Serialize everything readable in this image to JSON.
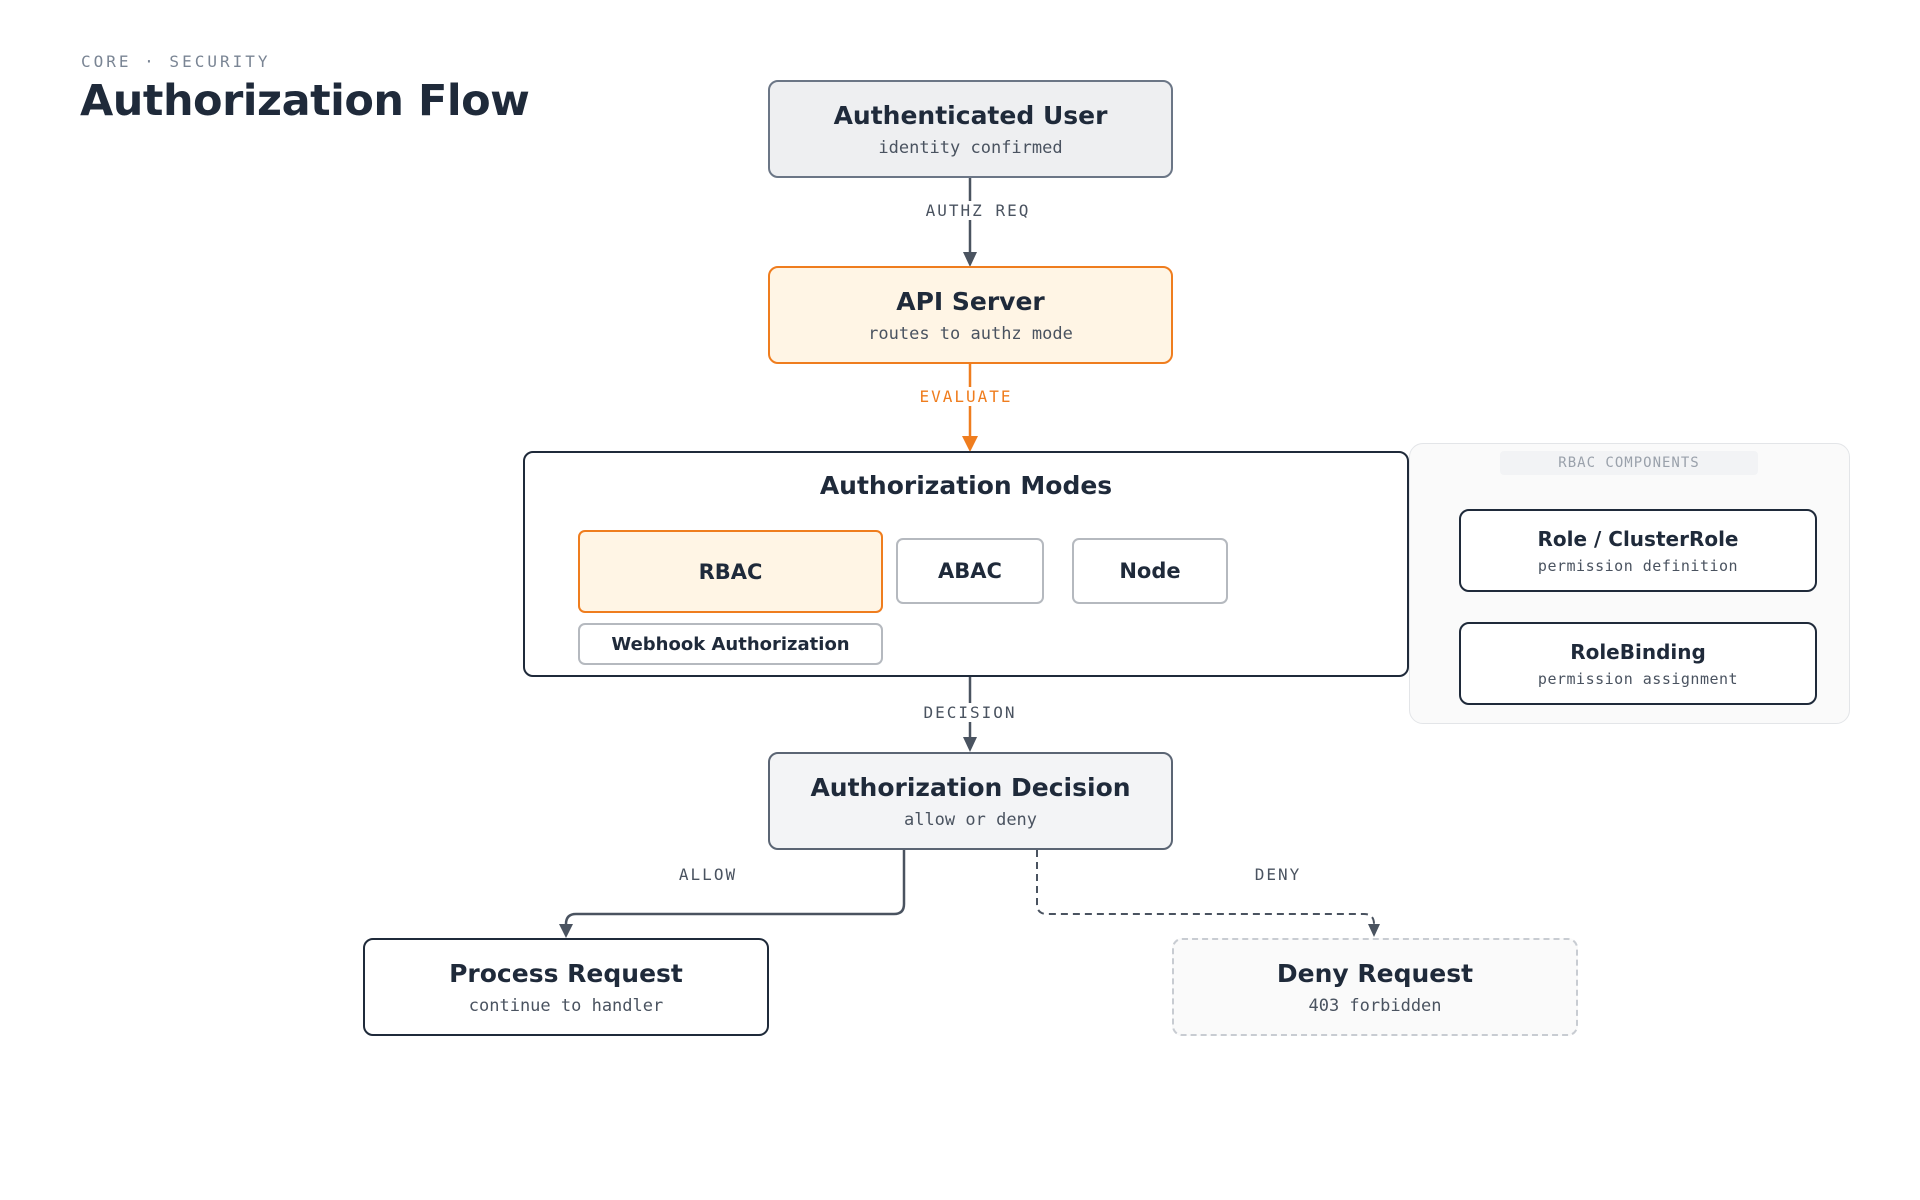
{
  "header": {
    "eyebrow": "CORE · SECURITY",
    "title": "Authorization Flow"
  },
  "nodes": {
    "user": {
      "title": "Authenticated User",
      "subtitle": "identity confirmed"
    },
    "api": {
      "title": "API Server",
      "subtitle": "routes to authz mode"
    },
    "modes": {
      "title": "Authorization Modes",
      "items": [
        "RBAC",
        "ABAC",
        "Node",
        "Webhook Authorization"
      ]
    },
    "decision": {
      "title": "Authorization Decision",
      "subtitle": "allow or deny"
    },
    "process": {
      "title": "Process Request",
      "subtitle": "continue to handler"
    },
    "deny": {
      "title": "Deny Request",
      "subtitle": "403 forbidden"
    }
  },
  "rbac_components": {
    "label": "RBAC COMPONENTS",
    "role": {
      "title": "Role / ClusterRole",
      "subtitle": "permission definition"
    },
    "binding": {
      "title": "RoleBinding",
      "subtitle": "permission assignment"
    }
  },
  "edges": {
    "authz_req": "AUTHZ REQ",
    "evaluate": "EVALUATE",
    "decision": "DECISION",
    "allow": "ALLOW",
    "deny": "DENY"
  },
  "colors": {
    "accent": "#ef7d1e",
    "ink": "#1f2a3a",
    "edge": "#4a5360"
  }
}
